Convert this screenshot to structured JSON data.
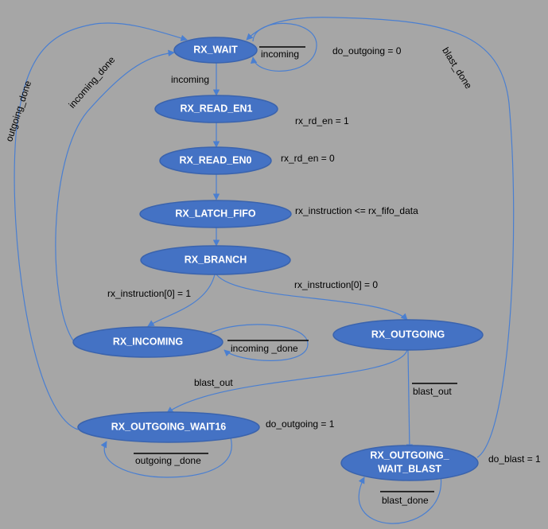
{
  "colors": {
    "background": "#a6a6a6",
    "state_fill": "#4472c4",
    "state_stroke": "#3a63ad",
    "edge": "#4a7fd1",
    "text": "#000000"
  },
  "states": {
    "rx_wait": "RX_WAIT",
    "rx_read_en1": "RX_READ_EN1",
    "rx_read_en0": "RX_READ_EN0",
    "rx_latch_fifo": "RX_LATCH_FIFO",
    "rx_branch": "RX_BRANCH",
    "rx_incoming": "RX_INCOMING",
    "rx_outgoing": "RX_OUTGOING",
    "rx_outgoing_wait16": "RX_OUTGOING_WAIT16",
    "rx_outgoing_wait_blast_line1": "RX_OUTGOING_",
    "rx_outgoing_wait_blast_line2": "WAIT_BLAST"
  },
  "labels": {
    "incoming_bar": "incoming",
    "do_outgoing_0": "do_outgoing = 0",
    "incoming": "incoming",
    "rx_rd_en_1": "rx_rd_en = 1",
    "rx_rd_en_0": "rx_rd_en = 0",
    "rx_instruction_assign": "rx_instruction <= rx_fifo_data",
    "rx_instruction_1": "rx_instruction[0] = 1",
    "rx_instruction_0": "rx_instruction[0] = 0",
    "incoming_done_bar": "incoming _done",
    "blast_out": "blast_out",
    "blast_out_bar": "blast_out",
    "do_outgoing_1": "do_outgoing = 1",
    "outgoing_done_bar": "outgoing _done",
    "do_blast_1": "do_blast = 1",
    "blast_done_bar": "blast_done",
    "outgoing_done": "outgoing_done",
    "incoming_done": "incoming_done",
    "blast_done": "blast_done"
  }
}
